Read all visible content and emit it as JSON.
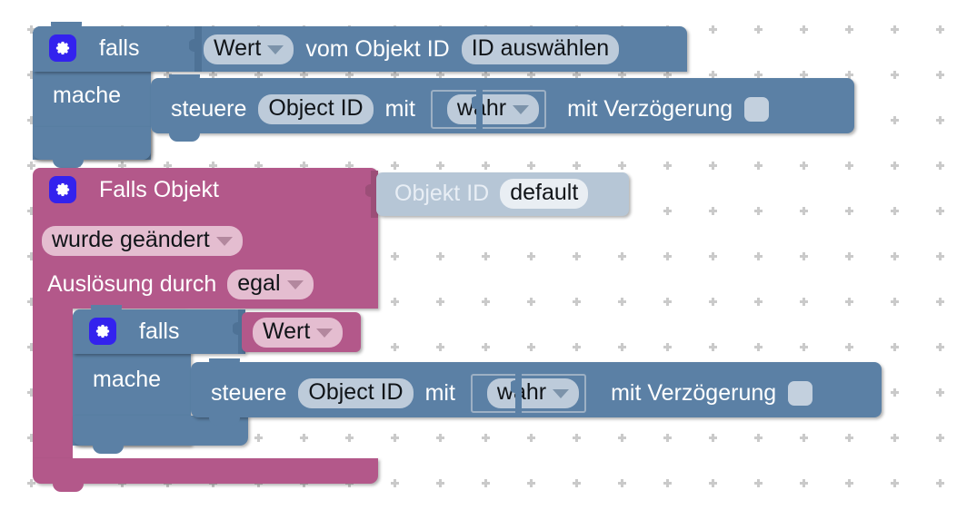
{
  "app": {
    "name": "blockly-workspace",
    "language": "de",
    "background": "#ffffff",
    "grid_marker_color": "#cacaca",
    "grid_spacing": 50
  },
  "colors": {
    "control_blue": "#5b80a5",
    "trigger_pink": "#b3588a",
    "object_lightblue": "#b6c6d6",
    "field_blue": "#bdcbda",
    "field_pink": "#e4bdd0",
    "field_pale": "#e9eef3",
    "gear_icon_bg": "#3322ee",
    "text_light": "#ffffff",
    "text_dark": "#101418"
  },
  "blocks": {
    "top_if": {
      "icon": "gear-icon",
      "keyword": "falls",
      "condition": {
        "value_field": "Wert",
        "has_dropdown": true,
        "text_after": "vom Objekt ID",
        "object_field": "ID auswählen"
      },
      "do_keyword": "mache",
      "statement": {
        "verb": "steuere",
        "object_field": "Object ID",
        "with_word": "mit",
        "value_field": "wahr",
        "delay_text": "mit Verzögerung",
        "checkbox_checked": false
      }
    },
    "trigger": {
      "icon": "gear-icon",
      "title": "Falls Objekt",
      "object_block": {
        "label": "Objekt ID",
        "value_field": "default"
      },
      "event_dropdown": "wurde geändert",
      "source_label": "Auslösung durch",
      "source_dropdown": "egal",
      "inner_if": {
        "icon": "gear-icon",
        "keyword": "falls",
        "condition": {
          "value_field": "Wert",
          "has_dropdown": true
        },
        "do_keyword": "mache",
        "statement": {
          "verb": "steuere",
          "object_field": "Object ID",
          "with_word": "mit",
          "value_field": "wahr",
          "delay_text": "mit Verzögerung",
          "checkbox_checked": false
        }
      }
    }
  }
}
